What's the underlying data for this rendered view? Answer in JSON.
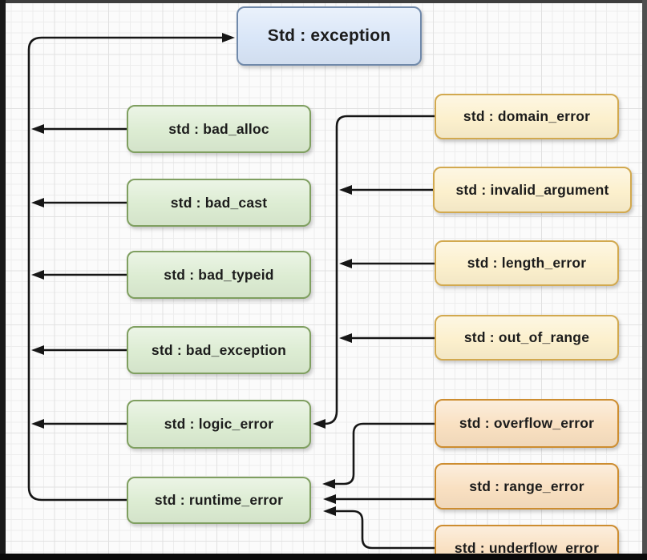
{
  "nodes": {
    "exception": "Std : exception",
    "bad_alloc": "std : bad_alloc",
    "bad_cast": "std : bad_cast",
    "bad_typeid": "std : bad_typeid",
    "bad_exception": "std : bad_exception",
    "logic_error": "std : logic_error",
    "runtime_error": "std : runtime_error",
    "domain_error": "std : domain_error",
    "invalid_argument": "std : invalid_argument",
    "length_error": "std : length_error",
    "out_of_range": "std : out_of_range",
    "overflow_error": "std : overflow_error",
    "range_error": "std : range_error",
    "underflow_error": "std : underflow_error"
  },
  "edges": [
    {
      "from": "bad_alloc",
      "to": "exception"
    },
    {
      "from": "bad_cast",
      "to": "exception"
    },
    {
      "from": "bad_typeid",
      "to": "exception"
    },
    {
      "from": "bad_exception",
      "to": "exception"
    },
    {
      "from": "logic_error",
      "to": "exception"
    },
    {
      "from": "runtime_error",
      "to": "exception"
    },
    {
      "from": "domain_error",
      "to": "logic_error"
    },
    {
      "from": "invalid_argument",
      "to": "logic_error"
    },
    {
      "from": "length_error",
      "to": "logic_error"
    },
    {
      "from": "out_of_range",
      "to": "logic_error"
    },
    {
      "from": "overflow_error",
      "to": "runtime_error"
    },
    {
      "from": "range_error",
      "to": "runtime_error"
    },
    {
      "from": "underflow_error",
      "to": "runtime_error"
    }
  ],
  "colors": {
    "canvas_bg": "#fbfbfb",
    "grid_minor": "#ededed",
    "grid_major": "#e1e1e1",
    "line": "#161616",
    "text": "#1c1c1c",
    "blue_fill": "#d9e6f8",
    "blue_border": "#7089aa",
    "green_fill": "#dcecd2",
    "green_border": "#7f9f60",
    "yellow_fill": "#fcf0cd",
    "yellow_border": "#d2a94f",
    "orange_fill": "#f9e0c1",
    "orange_border": "#cd8d30"
  }
}
